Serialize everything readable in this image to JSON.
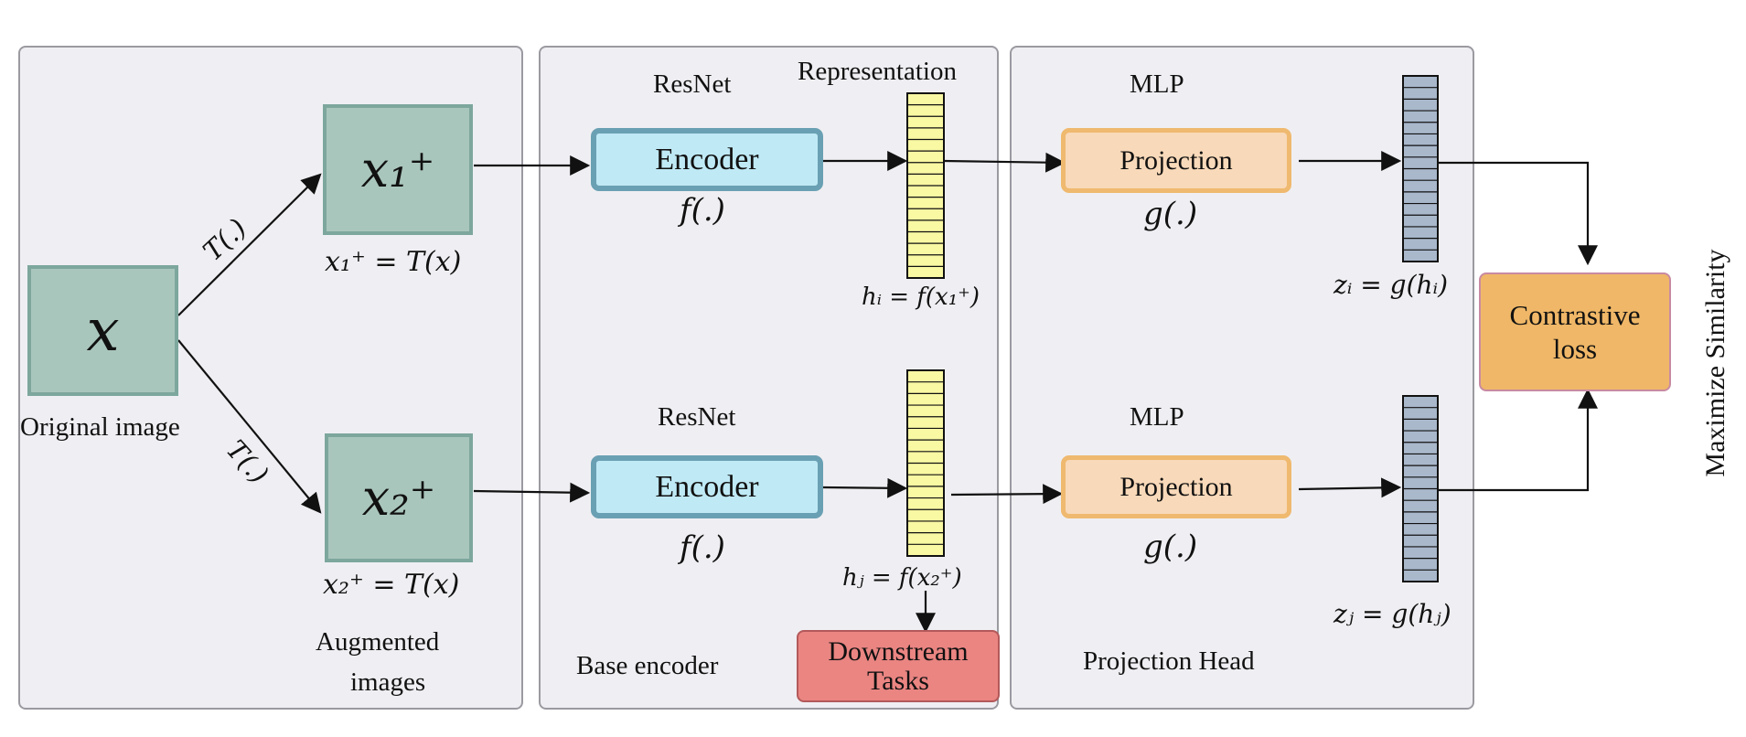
{
  "panels": {
    "augmentation": {
      "original_label": "Original image",
      "x_symbol": "x",
      "x1_symbol": "x₁⁺",
      "x2_symbol": "x₂⁺",
      "x1_eq": "x₁⁺ = T(x)",
      "x2_eq": "x₂⁺ = T(x)",
      "transform_top": "T(.)",
      "transform_bottom": "T(.)",
      "caption_line1": "Augmented",
      "caption_line2": "images"
    },
    "base_encoder": {
      "resnet_top": "ResNet",
      "resnet_bottom": "ResNet",
      "representation": "Representation",
      "encoder_top": "Encoder",
      "encoder_bottom": "Encoder",
      "f_top": "f(.)",
      "f_bottom": "f(.)",
      "h_i": "hᵢ = f(x₁⁺)",
      "h_j": "hⱼ = f(x₂⁺)",
      "caption": "Base encoder",
      "downstream_line1": "Downstream",
      "downstream_line2": "Tasks"
    },
    "projection_head": {
      "mlp_top": "MLP",
      "mlp_bottom": "MLP",
      "projection_top": "Projection",
      "projection_bottom": "Projection",
      "g_top": "g(.)",
      "g_bottom": "g(.)",
      "z_i": "zᵢ = g(hᵢ)",
      "z_j": "zⱼ = g(hⱼ)",
      "caption": "Projection Head"
    }
  },
  "loss": {
    "line1": "Contrastive",
    "line2": "loss",
    "side_label": "Maximize Similarity"
  },
  "colors": {
    "panel_fill": "#efeff3",
    "image_fill": "#a9c6bd",
    "encoder_fill": "#bfe9f5",
    "projection_fill": "#f8d9b9",
    "representation_fill": "#f9f8a3",
    "projection_vector_fill": "#a9b8cb",
    "loss_fill": "#efb767",
    "downstream_fill": "#ea8582"
  }
}
